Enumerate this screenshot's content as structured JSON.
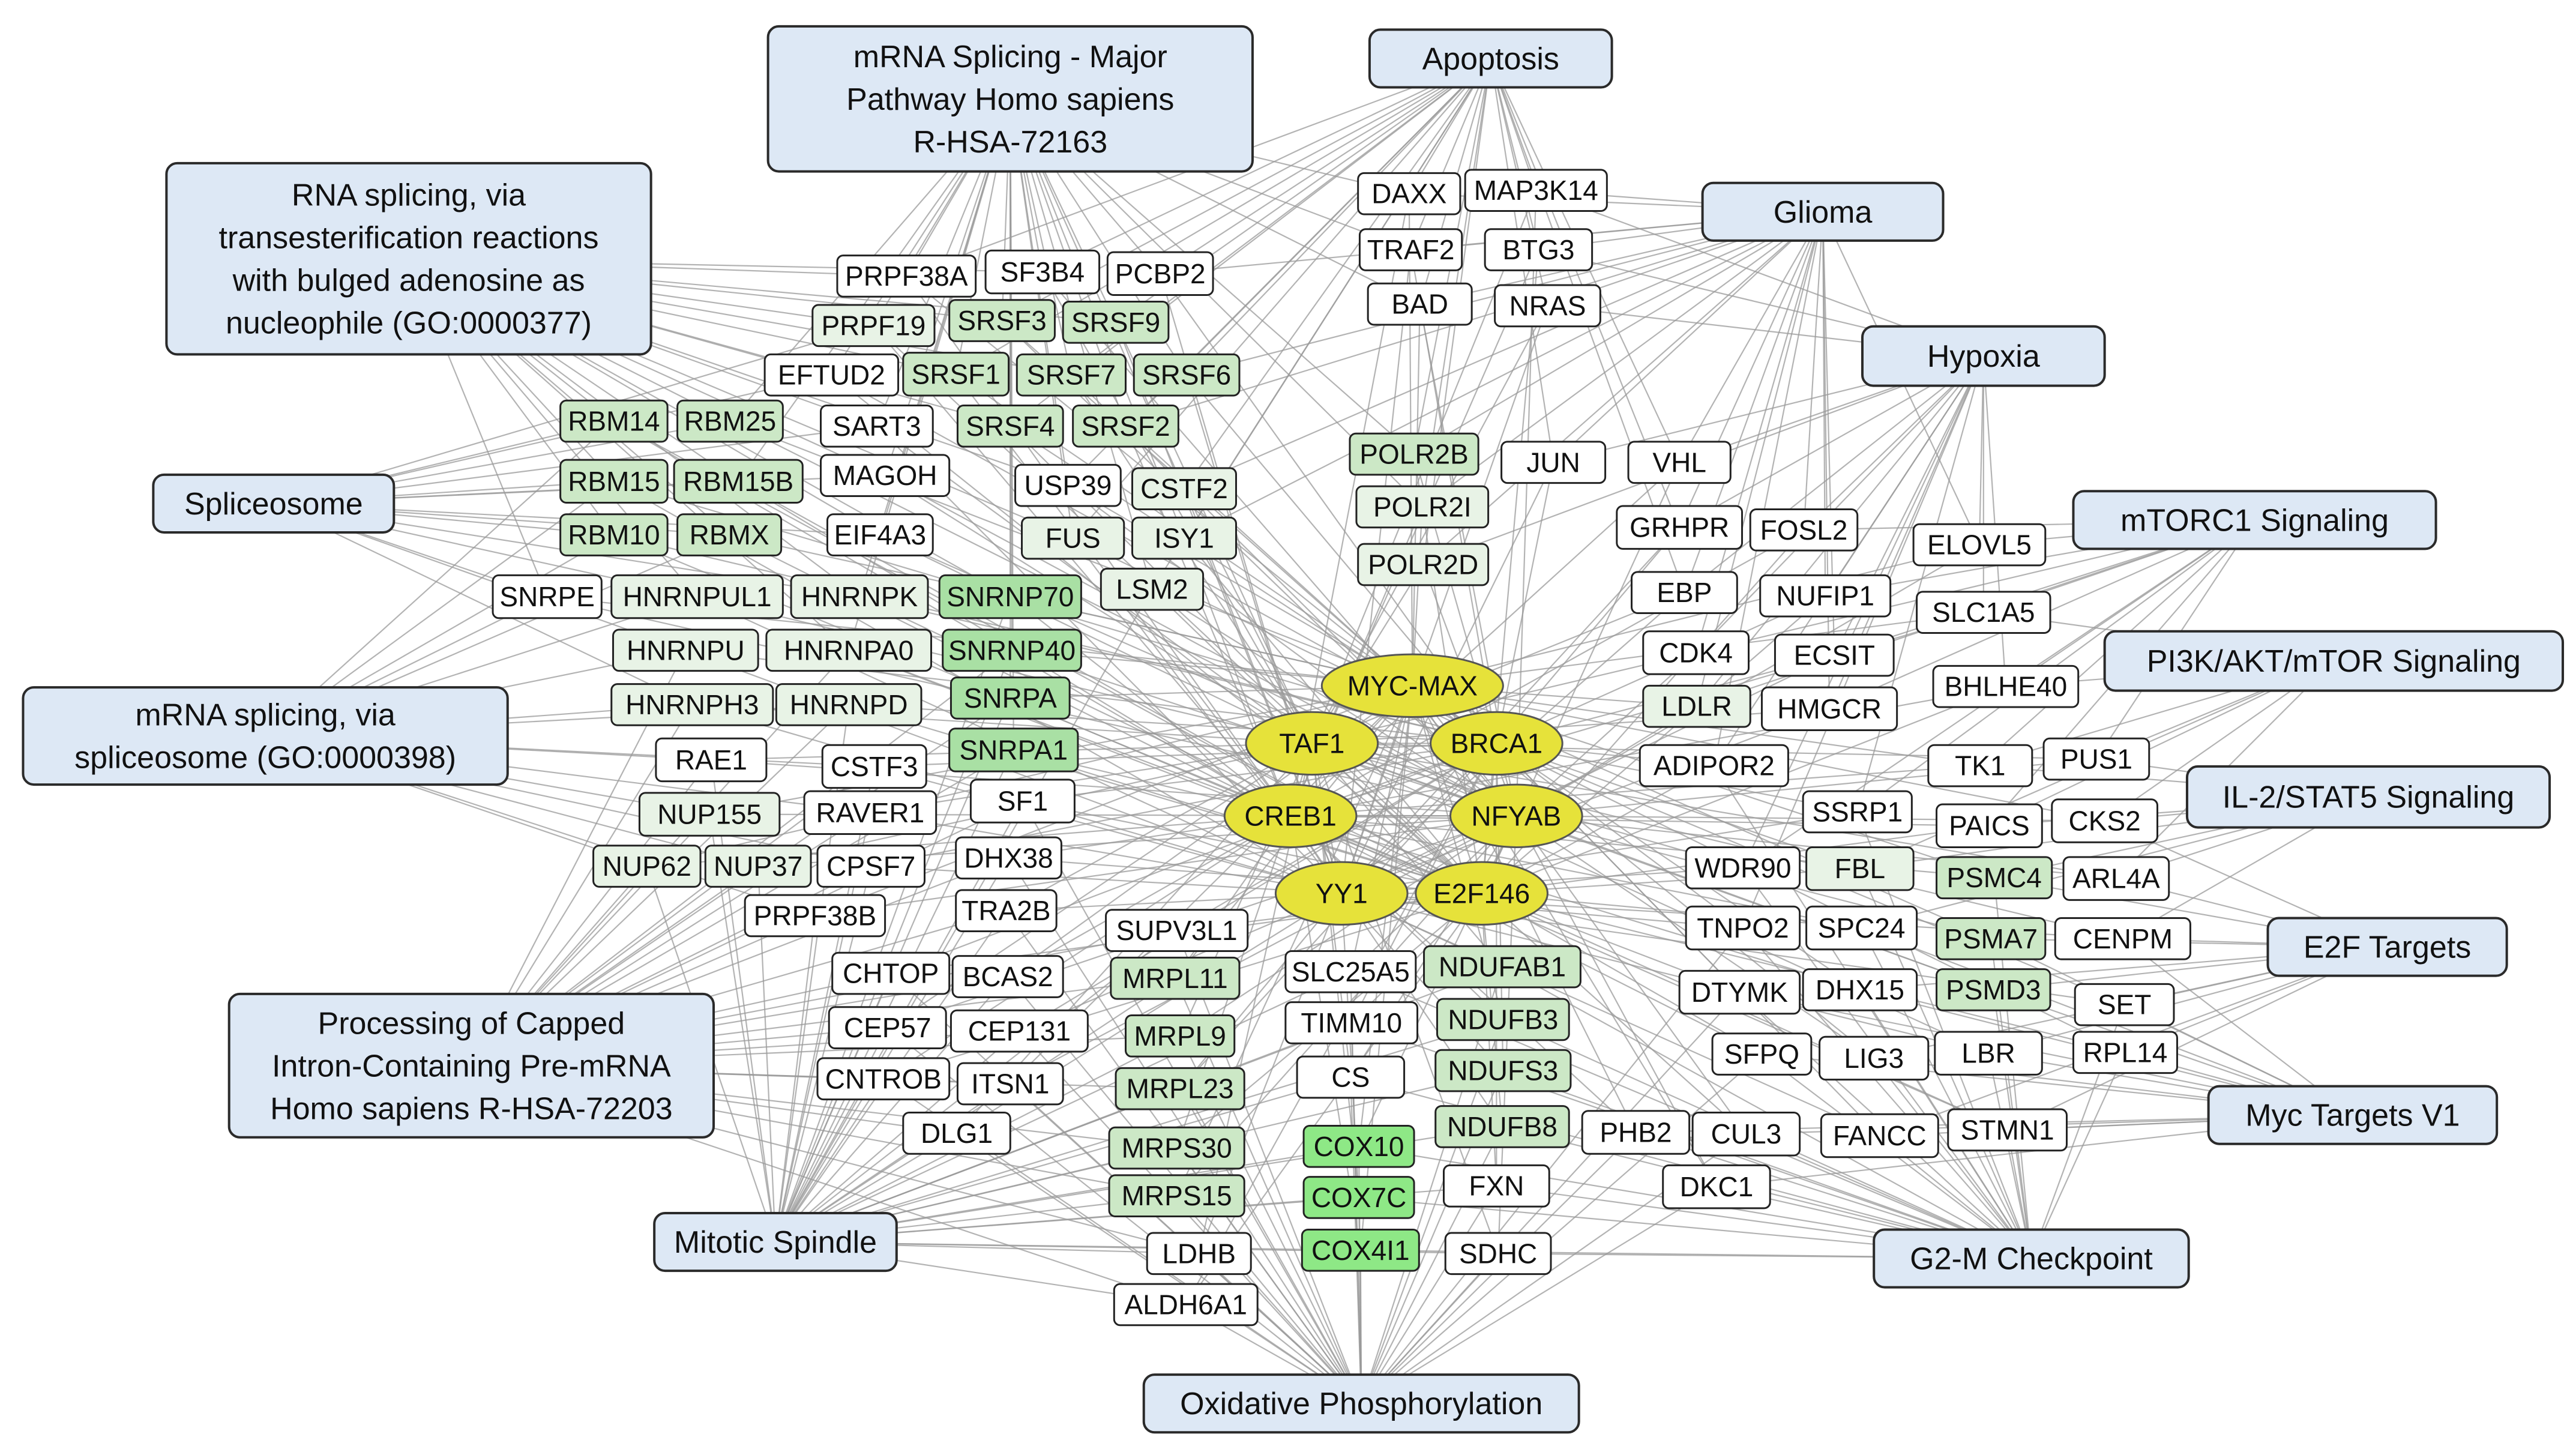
{
  "colors": {
    "pathway_fill": "#dde8f5",
    "tf_fill": "#e6e23a",
    "gene_white": "#ffffff",
    "gene_light": "#e8f3e6",
    "gene_mid": "#cce8c6",
    "gene_strong": "#a9e0a4",
    "gene_bright": "#8ee886",
    "edge": "#9a9a9a"
  },
  "pathways": [
    {
      "id": "mrna-splicing-major",
      "lines": [
        "mRNA Splicing - Major",
        "Pathway Homo sapiens",
        "R-HSA-72163"
      ]
    },
    {
      "id": "apoptosis",
      "lines": [
        "Apoptosis"
      ]
    },
    {
      "id": "glioma",
      "lines": [
        "Glioma"
      ]
    },
    {
      "id": "hypoxia",
      "lines": [
        "Hypoxia"
      ]
    },
    {
      "id": "rna-splicing-go0000377",
      "lines": [
        "RNA splicing, via",
        "transesterification reactions",
        "with bulged adenosine as",
        "nucleophile (GO:0000377)"
      ]
    },
    {
      "id": "spliceosome",
      "lines": [
        "Spliceosome"
      ]
    },
    {
      "id": "mtorc1",
      "lines": [
        "mTORC1 Signaling"
      ]
    },
    {
      "id": "pi3k-akt-mtor",
      "lines": [
        "PI3K/AKT/mTOR  Signaling"
      ]
    },
    {
      "id": "mrna-splicing-go0000398",
      "lines": [
        "mRNA splicing, via",
        "spliceosome (GO:0000398)"
      ]
    },
    {
      "id": "il2-stat5",
      "lines": [
        "IL-2/STAT5 Signaling"
      ]
    },
    {
      "id": "e2f-targets",
      "lines": [
        "E2F Targets"
      ]
    },
    {
      "id": "processing-capped",
      "lines": [
        "Processing of Capped",
        "Intron-Containing Pre-mRNA",
        "Homo sapiens R-HSA-72203"
      ]
    },
    {
      "id": "myc-targets-v1",
      "lines": [
        "Myc Targets V1"
      ]
    },
    {
      "id": "mitotic-spindle",
      "lines": [
        "Mitotic Spindle"
      ]
    },
    {
      "id": "g2m-checkpoint",
      "lines": [
        "G2-M Checkpoint"
      ]
    },
    {
      "id": "oxidative-phosphorylation",
      "lines": [
        "Oxidative Phosphorylation"
      ]
    }
  ],
  "transcription_factors": [
    "MYC-MAX",
    "TAF1",
    "BRCA1",
    "CREB1",
    "NFYAB",
    "YY1",
    "E2F146"
  ],
  "genes": [
    {
      "label": "PRPF38A",
      "shade": "white"
    },
    {
      "label": "SF3B4",
      "shade": "white"
    },
    {
      "label": "PCBP2",
      "shade": "white"
    },
    {
      "label": "PRPF19",
      "shade": "light"
    },
    {
      "label": "SRSF3",
      "shade": "mid"
    },
    {
      "label": "SRSF9",
      "shade": "mid"
    },
    {
      "label": "EFTUD2",
      "shade": "white"
    },
    {
      "label": "SRSF1",
      "shade": "mid"
    },
    {
      "label": "SRSF7",
      "shade": "mid"
    },
    {
      "label": "SRSF6",
      "shade": "mid"
    },
    {
      "label": "RBM14",
      "shade": "mid"
    },
    {
      "label": "RBM25",
      "shade": "mid"
    },
    {
      "label": "SART3",
      "shade": "white"
    },
    {
      "label": "SRSF4",
      "shade": "mid"
    },
    {
      "label": "SRSF2",
      "shade": "mid"
    },
    {
      "label": "MAGOH",
      "shade": "white"
    },
    {
      "label": "RBM15",
      "shade": "mid"
    },
    {
      "label": "RBM15B",
      "shade": "mid"
    },
    {
      "label": "USP39",
      "shade": "white"
    },
    {
      "label": "CSTF2",
      "shade": "light"
    },
    {
      "label": "RBM10",
      "shade": "mid"
    },
    {
      "label": "RBMX",
      "shade": "mid"
    },
    {
      "label": "EIF4A3",
      "shade": "white"
    },
    {
      "label": "FUS",
      "shade": "light"
    },
    {
      "label": "ISY1",
      "shade": "light"
    },
    {
      "label": "SNRPE",
      "shade": "white"
    },
    {
      "label": "HNRNPUL1",
      "shade": "light"
    },
    {
      "label": "HNRNPK",
      "shade": "light"
    },
    {
      "label": "SNRNP70",
      "shade": "strong"
    },
    {
      "label": "LSM2",
      "shade": "light"
    },
    {
      "label": "HNRNPU",
      "shade": "light"
    },
    {
      "label": "HNRNPA0",
      "shade": "light"
    },
    {
      "label": "SNRNP40",
      "shade": "strong"
    },
    {
      "label": "HNRNPH3",
      "shade": "light"
    },
    {
      "label": "HNRNPD",
      "shade": "light"
    },
    {
      "label": "SNRPA",
      "shade": "strong"
    },
    {
      "label": "RAE1",
      "shade": "white"
    },
    {
      "label": "CSTF3",
      "shade": "white"
    },
    {
      "label": "SNRPA1",
      "shade": "strong"
    },
    {
      "label": "NUP155",
      "shade": "light"
    },
    {
      "label": "RAVER1",
      "shade": "white"
    },
    {
      "label": "SF1",
      "shade": "white"
    },
    {
      "label": "NUP62",
      "shade": "light"
    },
    {
      "label": "NUP37",
      "shade": "light"
    },
    {
      "label": "CPSF7",
      "shade": "white"
    },
    {
      "label": "DHX38",
      "shade": "white"
    },
    {
      "label": "PRPF38B",
      "shade": "white"
    },
    {
      "label": "TRA2B",
      "shade": "white"
    },
    {
      "label": "CHTOP",
      "shade": "white"
    },
    {
      "label": "BCAS2",
      "shade": "white"
    },
    {
      "label": "CEP57",
      "shade": "white"
    },
    {
      "label": "CEP131",
      "shade": "white"
    },
    {
      "label": "CNTROB",
      "shade": "white"
    },
    {
      "label": "ITSN1",
      "shade": "white"
    },
    {
      "label": "DLG1",
      "shade": "white"
    },
    {
      "label": "SUPV3L1",
      "shade": "white"
    },
    {
      "label": "MRPL11",
      "shade": "mid"
    },
    {
      "label": "MRPL9",
      "shade": "mid"
    },
    {
      "label": "MRPL23",
      "shade": "mid"
    },
    {
      "label": "MRPS30",
      "shade": "mid"
    },
    {
      "label": "MRPS15",
      "shade": "mid"
    },
    {
      "label": "LDHB",
      "shade": "white"
    },
    {
      "label": "ALDH6A1",
      "shade": "white"
    },
    {
      "label": "DAXX",
      "shade": "white"
    },
    {
      "label": "MAP3K14",
      "shade": "white"
    },
    {
      "label": "TRAF2",
      "shade": "white"
    },
    {
      "label": "BTG3",
      "shade": "white"
    },
    {
      "label": "BAD",
      "shade": "white"
    },
    {
      "label": "NRAS",
      "shade": "white"
    },
    {
      "label": "POLR2B",
      "shade": "mid"
    },
    {
      "label": "POLR2I",
      "shade": "light"
    },
    {
      "label": "POLR2D",
      "shade": "light"
    },
    {
      "label": "JUN",
      "shade": "white"
    },
    {
      "label": "VHL",
      "shade": "white"
    },
    {
      "label": "SLC25A5",
      "shade": "white"
    },
    {
      "label": "NDUFAB1",
      "shade": "mid"
    },
    {
      "label": "TIMM10",
      "shade": "white"
    },
    {
      "label": "NDUFB3",
      "shade": "mid"
    },
    {
      "label": "CS",
      "shade": "white"
    },
    {
      "label": "NDUFS3",
      "shade": "mid"
    },
    {
      "label": "NDUFB8",
      "shade": "mid"
    },
    {
      "label": "COX10",
      "shade": "bright"
    },
    {
      "label": "COX7C",
      "shade": "bright"
    },
    {
      "label": "FXN",
      "shade": "white"
    },
    {
      "label": "COX4I1",
      "shade": "bright"
    },
    {
      "label": "SDHC",
      "shade": "white"
    },
    {
      "label": "GRHPR",
      "shade": "white"
    },
    {
      "label": "FOSL2",
      "shade": "white"
    },
    {
      "label": "ELOVL5",
      "shade": "white"
    },
    {
      "label": "EBP",
      "shade": "white"
    },
    {
      "label": "NUFIP1",
      "shade": "white"
    },
    {
      "label": "SLC1A5",
      "shade": "white"
    },
    {
      "label": "CDK4",
      "shade": "white"
    },
    {
      "label": "ECSIT",
      "shade": "white"
    },
    {
      "label": "BHLHE40",
      "shade": "white"
    },
    {
      "label": "LDLR",
      "shade": "light"
    },
    {
      "label": "HMGCR",
      "shade": "white"
    },
    {
      "label": "ADIPOR2",
      "shade": "white"
    },
    {
      "label": "TK1",
      "shade": "white"
    },
    {
      "label": "PUS1",
      "shade": "white"
    },
    {
      "label": "SSRP1",
      "shade": "white"
    },
    {
      "label": "PAICS",
      "shade": "white"
    },
    {
      "label": "CKS2",
      "shade": "white"
    },
    {
      "label": "WDR90",
      "shade": "white"
    },
    {
      "label": "FBL",
      "shade": "light"
    },
    {
      "label": "PSMC4",
      "shade": "mid"
    },
    {
      "label": "ARL4A",
      "shade": "white"
    },
    {
      "label": "TNPO2",
      "shade": "white"
    },
    {
      "label": "SPC24",
      "shade": "white"
    },
    {
      "label": "PSMA7",
      "shade": "mid"
    },
    {
      "label": "CENPM",
      "shade": "white"
    },
    {
      "label": "DTYMK",
      "shade": "white"
    },
    {
      "label": "DHX15",
      "shade": "white"
    },
    {
      "label": "PSMD3",
      "shade": "mid"
    },
    {
      "label": "SET",
      "shade": "white"
    },
    {
      "label": "SFPQ",
      "shade": "white"
    },
    {
      "label": "LIG3",
      "shade": "white"
    },
    {
      "label": "LBR",
      "shade": "white"
    },
    {
      "label": "RPL14",
      "shade": "white"
    },
    {
      "label": "PHB2",
      "shade": "white"
    },
    {
      "label": "CUL3",
      "shade": "white"
    },
    {
      "label": "FANCC",
      "shade": "white"
    },
    {
      "label": "STMN1",
      "shade": "white"
    },
    {
      "label": "DKC1",
      "shade": "white"
    }
  ]
}
